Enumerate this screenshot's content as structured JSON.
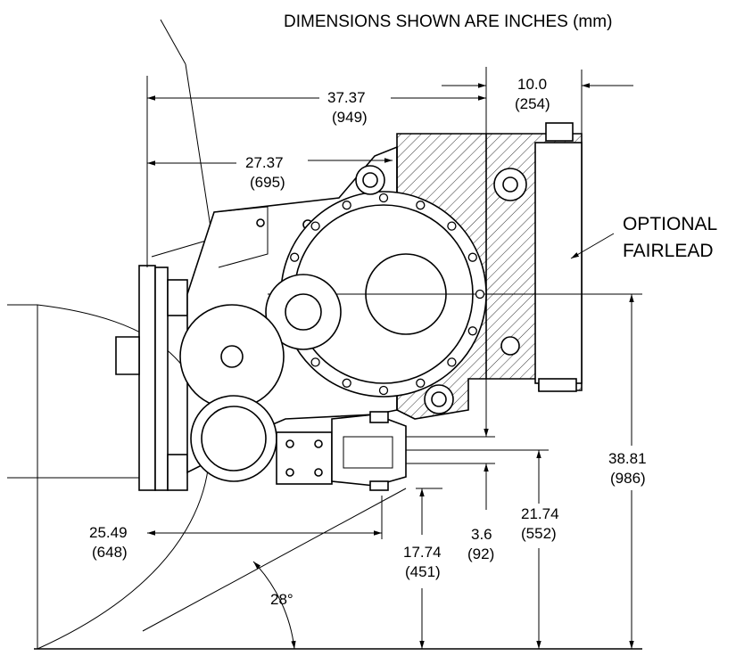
{
  "header": "DIMENSIONS SHOWN ARE INCHES (mm)",
  "callout": {
    "line1": "OPTIONAL",
    "line2": "FAIRLEAD"
  },
  "dimensions": {
    "d3737": {
      "in": "37.37",
      "mm": "(949)"
    },
    "d2737": {
      "in": "27.37",
      "mm": "(695)"
    },
    "d100": {
      "in": "10.0",
      "mm": "(254)"
    },
    "d3881": {
      "in": "38.81",
      "mm": "(986)"
    },
    "d2174": {
      "in": "21.74",
      "mm": "(552)"
    },
    "d36": {
      "in": "3.6",
      "mm": "(92)"
    },
    "d1774": {
      "in": "17.74",
      "mm": "(451)"
    },
    "d2549": {
      "in": "25.49",
      "mm": "(648)"
    }
  },
  "angle": "28°",
  "colors": {
    "line": "#000000",
    "hatch": "#000000",
    "background": "#ffffff"
  }
}
